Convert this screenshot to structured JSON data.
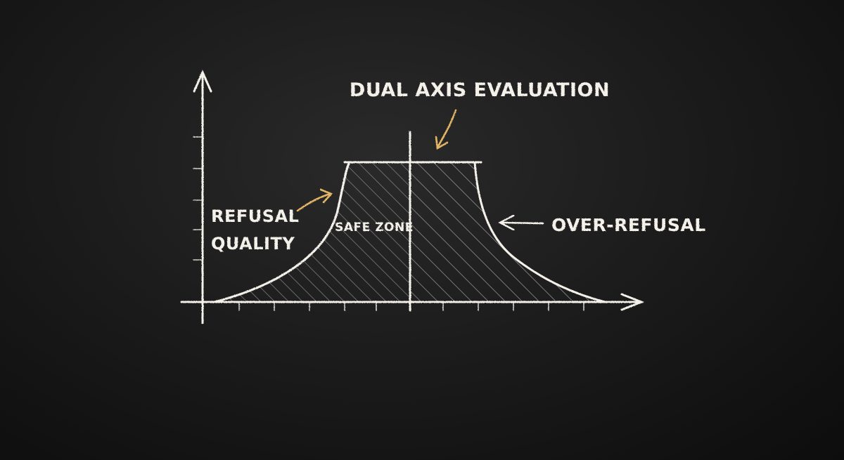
{
  "title": "DUAL AXIS EVALUATION",
  "y_axis_label": [
    "REFUSAL",
    "QUALITY"
  ],
  "zone_label": "SAFE ZONE",
  "right_label": "OVER-REFUSAL",
  "colors": {
    "background": "#1a1a1a",
    "chalk": "#f4f1ea",
    "accent_arrow": "#e3b766",
    "hatch": "#8a8a86"
  }
}
